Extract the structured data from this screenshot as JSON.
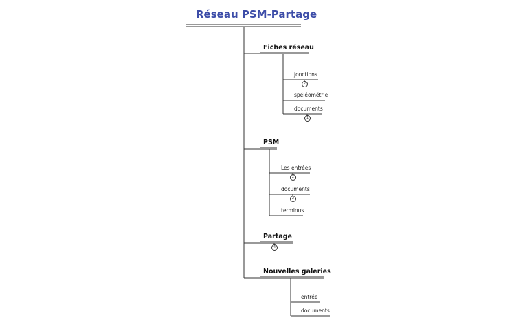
{
  "title": "Réseau PSM-Partage",
  "colors": {
    "title": "#3d4da8",
    "line": "#333333"
  },
  "sections": [
    {
      "label": "Fiches réseau",
      "children": [
        {
          "label": "jonctions",
          "badge": "2"
        },
        {
          "label": "spéléométrie"
        },
        {
          "label": "documents",
          "badge": "1"
        }
      ]
    },
    {
      "label": "PSM",
      "children": [
        {
          "label": "Les entrées",
          "badge": "2"
        },
        {
          "label": "documents",
          "badge": "2"
        },
        {
          "label": "terminus"
        }
      ]
    },
    {
      "label": "Partage",
      "badge": "4"
    },
    {
      "label": "Nouvelles galeries",
      "children": [
        {
          "label": "entrée"
        },
        {
          "label": "documents"
        }
      ]
    }
  ]
}
